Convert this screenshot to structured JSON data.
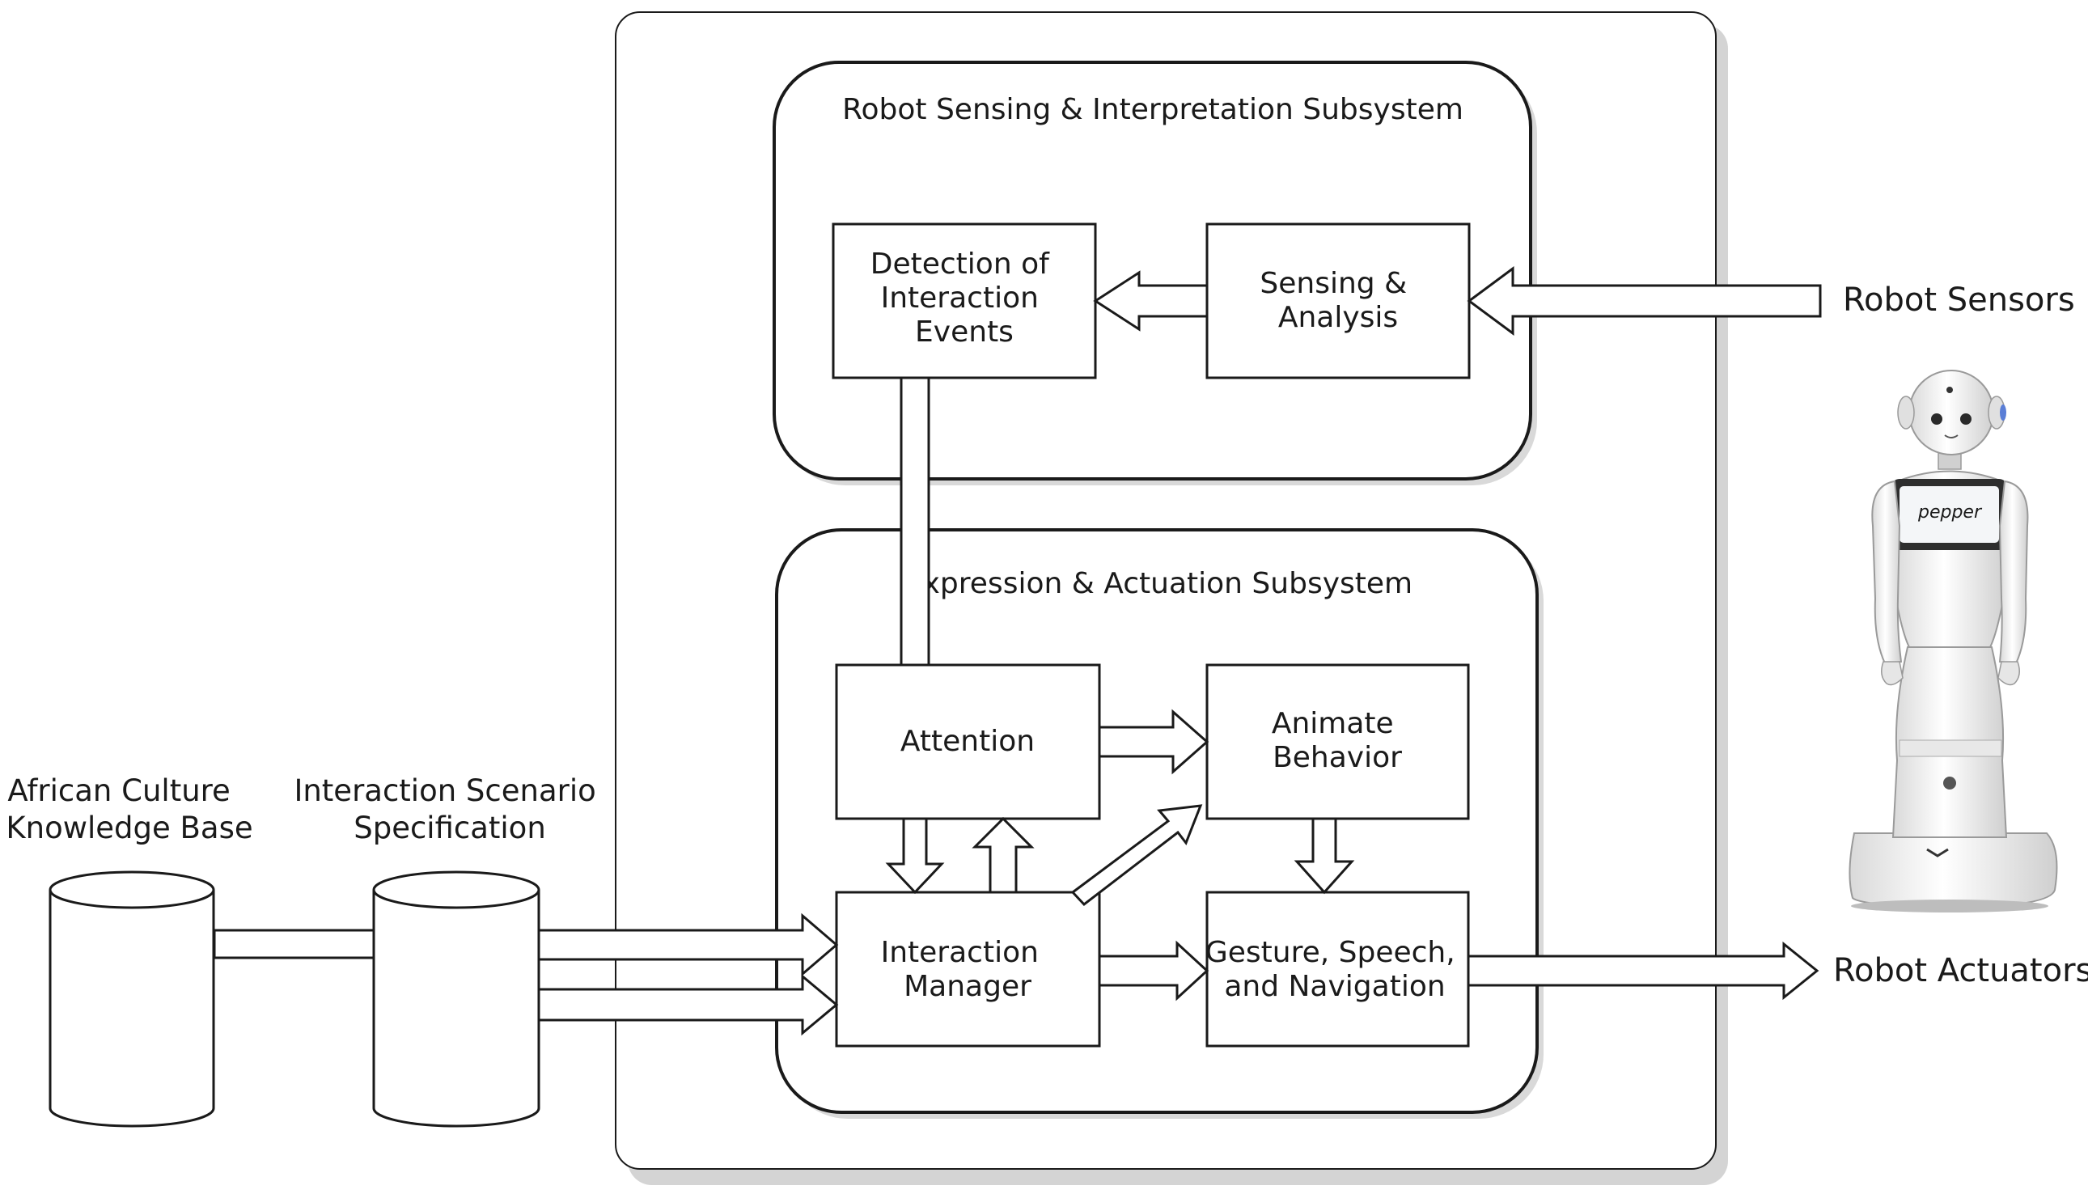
{
  "subsystems": {
    "sensing": {
      "title": "Robot Sensing & Interpretation Subsystem"
    },
    "expression": {
      "title": "Expression & Actuation Subsystem"
    }
  },
  "components": {
    "detection": [
      "Detection of",
      "Interaction",
      "Events"
    ],
    "sensing_analysis": [
      "Sensing &",
      "Analysis"
    ],
    "attention": [
      "Attention"
    ],
    "animate_behavior": [
      "Animate",
      "Behavior"
    ],
    "interaction_manager": [
      "Interaction",
      "Manager"
    ],
    "gesture": [
      "Gesture, Speech,",
      "and Navigation"
    ]
  },
  "databases": {
    "african_culture": [
      "African Culture",
      "Knowledge Base"
    ],
    "scenario": [
      "Interaction Scenario",
      "Specification"
    ]
  },
  "external": {
    "sensors": "Robot Sensors",
    "actuators": "Robot Actuators"
  },
  "robot": {
    "screen_text": "pepper"
  }
}
